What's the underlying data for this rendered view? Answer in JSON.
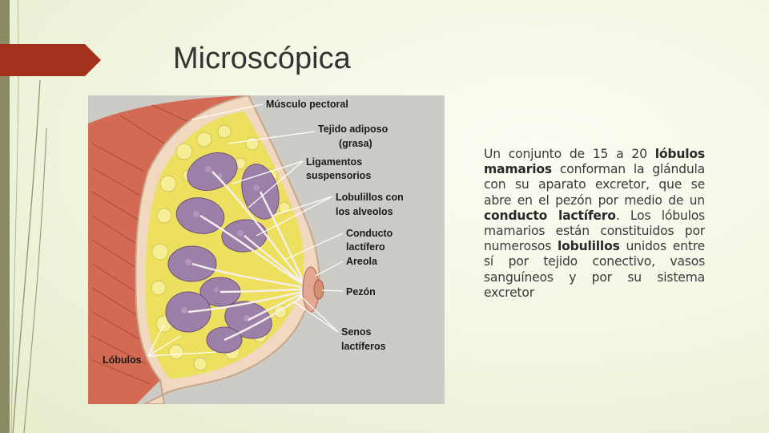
{
  "title": "Microscópica",
  "diagram": {
    "labels": {
      "musculo": "Músculo pectoral",
      "tejido1": "Tejido adiposo",
      "tejido2": "(grasa)",
      "ligamentos1": "Ligamentos",
      "ligamentos2": "suspensorios",
      "lobulillos1": "Lobulillos con",
      "lobulillos2": "los alveolos",
      "conducto1": "Conducto",
      "conducto2": "lactífero",
      "areola": "Areola",
      "pezon": "Pezón",
      "senos1": "Senos",
      "senos2": "lactíferos",
      "lobulos": "Lóbulos"
    }
  },
  "text": {
    "p1": "Un conjunto de 15 a 20 ",
    "b1": "lóbulos mamarios",
    "p2": " conforman la glándula con su aparato excretor, que se abre en el pezón por medio de un ",
    "b2": "conducto lactífero",
    "p3": ". Los lóbulos mamarios están constituidos por numerosos ",
    "b3": "lobulillos",
    "p4": " unidos entre sí por tejido conectivo, vasos sanguíneos y por su sistema excretor"
  },
  "colors": {
    "accent": "#a3321c",
    "sidebar": "#8c8a62",
    "background": "#f3f7e4",
    "muscle": "#d86a52",
    "fat": "#ece46a",
    "lobule": "#9a7ea6",
    "skin": "#f3d9c2"
  }
}
